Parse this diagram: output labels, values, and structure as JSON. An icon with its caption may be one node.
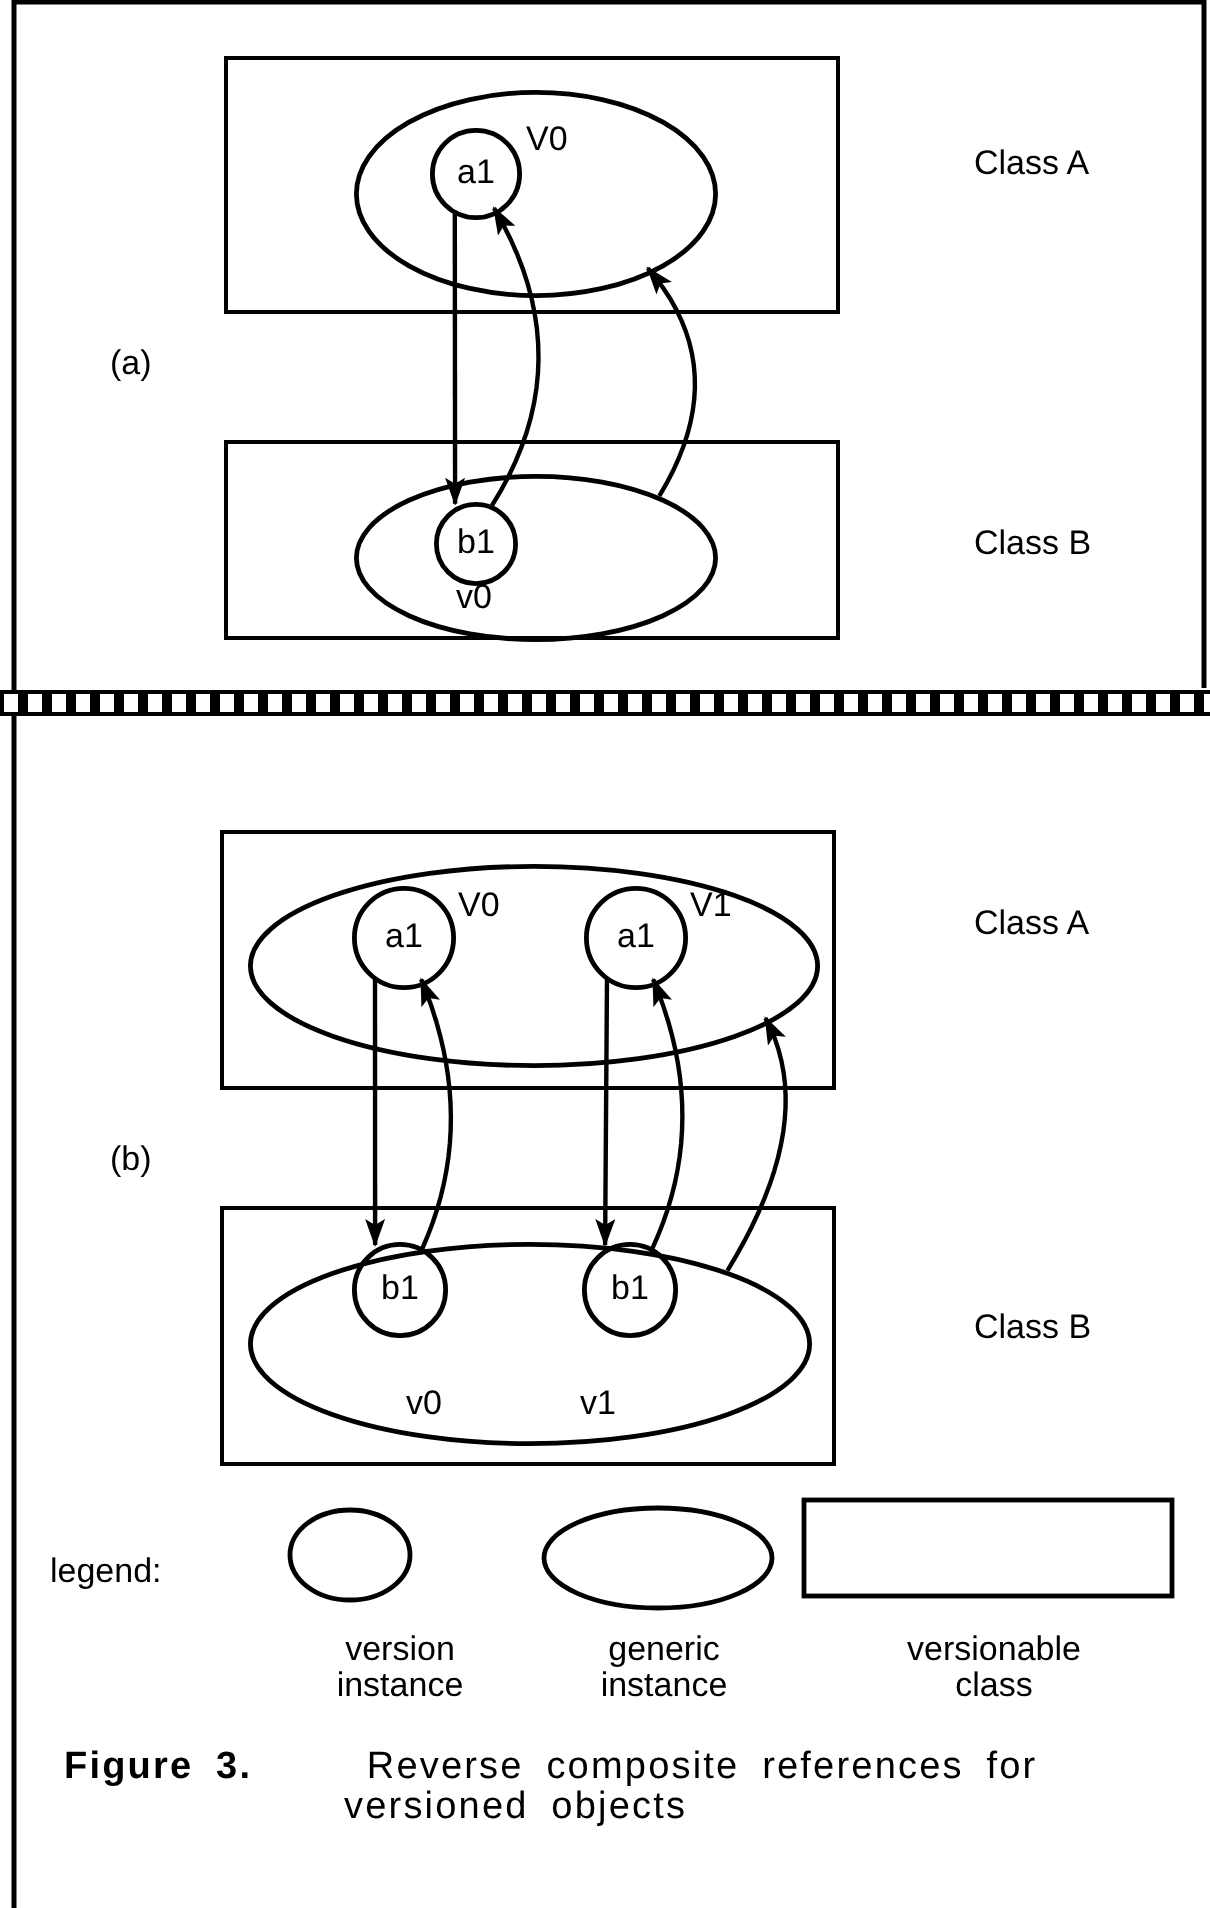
{
  "diagram": {
    "caption": "**Figure 3.** Reverse composite references for versioned objects",
    "nodes": [
      {
        "text": [
          "Class A"
        ]
      },
      {
        "text": [],
        "shape": "ellipse",
        "in": 0
      },
      {
        "text": [
          "a1"
        ],
        "beside": [
          "V0"
        ],
        "in": 1
      },
      {
        "text": [
          "Class B"
        ]
      },
      {
        "text": [],
        "shape": "ellipse",
        "in": 3
      },
      {
        "text": [
          "b1"
        ],
        "beside": [
          "v0"
        ],
        "in": 4
      },
      {
        "text": [
          "Class A"
        ]
      },
      {
        "text": [],
        "shape": "ellipse",
        "in": 6
      },
      {
        "text": [
          "a1"
        ],
        "beside": [
          "V0"
        ],
        "in": 7
      },
      {
        "text": [
          "a1"
        ],
        "beside": [
          "V1"
        ],
        "in": 7
      },
      {
        "text": [
          "Class B"
        ]
      },
      {
        "text": [],
        "shape": "ellipse",
        "in": 10
      },
      {
        "text": [
          "b1"
        ],
        "beside": [
          "v0"
        ],
        "in": 11
      },
      {
        "text": [
          "b1"
        ],
        "beside": [
          "v1"
        ],
        "in": 11
      }
    ],
    "edges": [
      {
        "from": 2,
        "to": 5,
        "arrow": "to"
      },
      {
        "from": 5,
        "to": 2,
        "arrow": "to"
      },
      {
        "from": 4,
        "to": 1,
        "arrow": "to"
      },
      {
        "from": 8,
        "to": 12,
        "arrow": "to"
      },
      {
        "from": 12,
        "to": 8,
        "arrow": "to"
      },
      {
        "from": 9,
        "to": 13,
        "arrow": "to"
      },
      {
        "from": 13,
        "to": 9,
        "arrow": "to"
      },
      {
        "from": 11,
        "to": 7,
        "arrow": "to"
      }
    ],
    "labels": [
      "(a)",
      "(b)",
      "legend:"
    ],
    "legend": [
      {
        "text": "version instance"
      },
      {
        "text": "generic instance"
      },
      {
        "text": "versionable class"
      }
    ]
  }
}
